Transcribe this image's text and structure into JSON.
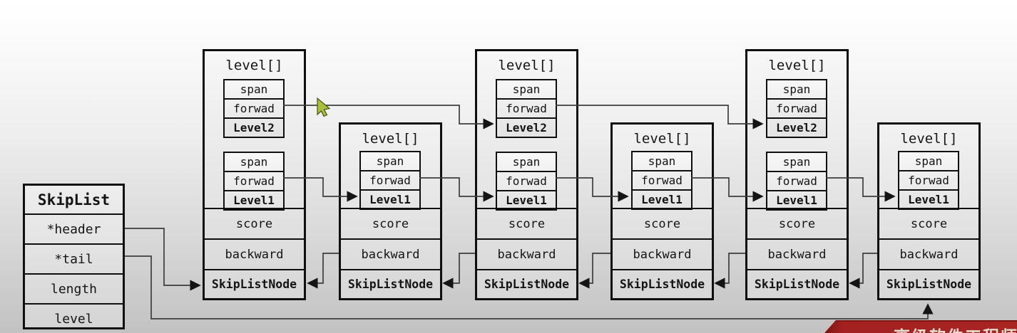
{
  "skiplist": {
    "title": "SkipList",
    "fields": [
      "*header",
      "*tail",
      "length",
      "level"
    ]
  },
  "nodes": [
    {
      "title": "level[]",
      "levels": [
        {
          "rows": [
            "span",
            "forwad",
            "Level2"
          ]
        },
        {
          "rows": [
            "span",
            "forwad",
            "Level1"
          ]
        }
      ],
      "score": "score",
      "backward": "backward",
      "type": "SkipListNode"
    },
    {
      "title": "level[]",
      "levels": [
        {
          "rows": [
            "span",
            "forwad",
            "Level1"
          ]
        }
      ],
      "score": "score",
      "backward": "backward",
      "type": "SkipListNode"
    },
    {
      "title": "level[]",
      "levels": [
        {
          "rows": [
            "span",
            "forwad",
            "Level2"
          ]
        },
        {
          "rows": [
            "span",
            "forwad",
            "Level1"
          ]
        }
      ],
      "score": "score",
      "backward": "backward",
      "type": "SkipListNode"
    },
    {
      "title": "level[]",
      "levels": [
        {
          "rows": [
            "span",
            "forwad",
            "Level1"
          ]
        }
      ],
      "score": "score",
      "backward": "backward",
      "type": "SkipListNode"
    },
    {
      "title": "level[]",
      "levels": [
        {
          "rows": [
            "span",
            "forwad",
            "Level2"
          ]
        },
        {
          "rows": [
            "span",
            "forwad",
            "Level1"
          ]
        }
      ],
      "score": "score",
      "backward": "backward",
      "type": "SkipListNode"
    },
    {
      "title": "level[]",
      "levels": [
        {
          "rows": [
            "span",
            "forwad",
            "Level1"
          ]
        }
      ],
      "score": "score",
      "backward": "backward",
      "type": "SkipListNode"
    }
  ],
  "connections": [
    {
      "id": "header-to-node1",
      "from": "SkipList.*header",
      "to": "node1.SkipListNode"
    },
    {
      "id": "tail-to-node6",
      "from": "SkipList.*tail",
      "to": "node6.SkipListNode"
    },
    {
      "id": "level2-node1-node3",
      "from": "node1.Level2.forwad",
      "to": "node3.Level2"
    },
    {
      "id": "level2-node3-node5",
      "from": "node3.Level2.forwad",
      "to": "node5.Level2"
    },
    {
      "id": "level1-node1-node2",
      "from": "node1.Level1.forwad",
      "to": "node2.Level1"
    },
    {
      "id": "level1-node2-node3",
      "from": "node2.Level1.forwad",
      "to": "node3.Level1"
    },
    {
      "id": "level1-node3-node4",
      "from": "node3.Level1.forwad",
      "to": "node4.Level1"
    },
    {
      "id": "level1-node4-node5",
      "from": "node4.Level1.forwad",
      "to": "node5.Level1"
    },
    {
      "id": "level1-node5-node6",
      "from": "node5.Level1.forwad",
      "to": "node6.Level1"
    },
    {
      "id": "backward-node2-node1",
      "from": "node2.backward",
      "to": "node1.SkipListNode"
    },
    {
      "id": "backward-node3-node2",
      "from": "node3.backward",
      "to": "node2.SkipListNode"
    },
    {
      "id": "backward-node4-node3",
      "from": "node4.backward",
      "to": "node3.SkipListNode"
    },
    {
      "id": "backward-node5-node4",
      "from": "node5.backward",
      "to": "node4.SkipListNode"
    },
    {
      "id": "backward-node6-node5",
      "from": "node6.backward",
      "to": "node5.SkipListNode"
    }
  ],
  "banner": {
    "text": "高级软件工程师培训大厂",
    "color": "#a82522"
  },
  "cursor": {
    "icon": "mouse-pointer-icon",
    "color": "#a8bf3c"
  }
}
